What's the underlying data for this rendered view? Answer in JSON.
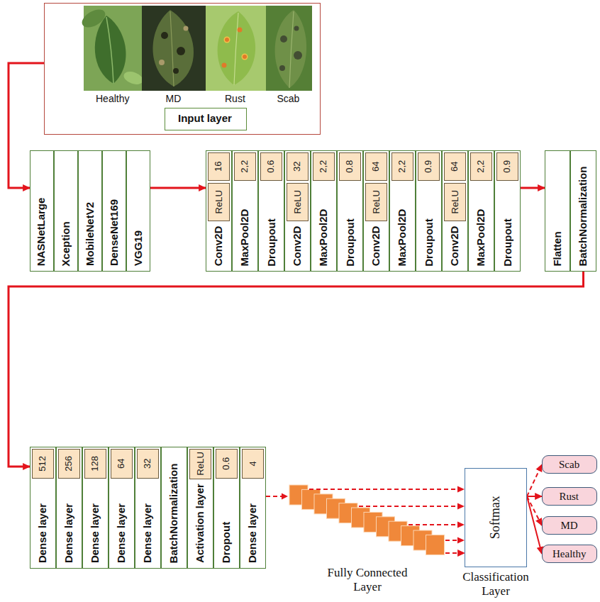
{
  "diagram": {
    "nodes": [
      {
        "text": [
          "Healthy",
          "MD",
          "Rust",
          "Scab"
        ]
      },
      {
        "text": [
          "Input layer"
        ],
        "in": 0
      },
      {
        "text": [
          "NASNetLarge"
        ]
      },
      {
        "text": [
          "Xception"
        ]
      },
      {
        "text": [
          "MobileNetV2"
        ]
      },
      {
        "text": [
          "DenseNet169"
        ]
      },
      {
        "text": [
          "VGG19"
        ]
      },
      {
        "text": [
          "Conv2D"
        ]
      },
      {
        "text": [
          "16"
        ],
        "in": 7
      },
      {
        "text": [
          "ReLU"
        ],
        "in": 7
      },
      {
        "text": [
          "MaxPool2D"
        ]
      },
      {
        "text": [
          "2,2"
        ],
        "in": 10
      },
      {
        "text": [
          "Droupout"
        ]
      },
      {
        "text": [
          "0.6"
        ],
        "in": 12
      },
      {
        "text": [
          "Conv2D"
        ]
      },
      {
        "text": [
          "32"
        ],
        "in": 14
      },
      {
        "text": [
          "ReLU"
        ],
        "in": 14
      },
      {
        "text": [
          "MaxPool2D"
        ]
      },
      {
        "text": [
          "2,2"
        ],
        "in": 17
      },
      {
        "text": [
          "Droupout"
        ]
      },
      {
        "text": [
          "0.8"
        ],
        "in": 19
      },
      {
        "text": [
          "Conv2D"
        ]
      },
      {
        "text": [
          "64"
        ],
        "in": 21
      },
      {
        "text": [
          "ReLU"
        ],
        "in": 21
      },
      {
        "text": [
          "MaxPool2D"
        ]
      },
      {
        "text": [
          "2,2"
        ],
        "in": 24
      },
      {
        "text": [
          "Droupout"
        ]
      },
      {
        "text": [
          "0.9"
        ],
        "in": 26
      },
      {
        "text": [
          "Conv2D"
        ]
      },
      {
        "text": [
          "64"
        ],
        "in": 28
      },
      {
        "text": [
          "ReLU"
        ],
        "in": 28
      },
      {
        "text": [
          "MaxPool2D"
        ]
      },
      {
        "text": [
          "2,2"
        ],
        "in": 31
      },
      {
        "text": [
          "Droupout"
        ]
      },
      {
        "text": [
          "0.9"
        ],
        "in": 33
      },
      {
        "text": [
          "Flatten"
        ]
      },
      {
        "text": [
          "BatchNormalization"
        ]
      },
      {
        "text": [
          "Dense layer"
        ]
      },
      {
        "text": [
          "512"
        ],
        "in": 37
      },
      {
        "text": [
          "Dense layer"
        ]
      },
      {
        "text": [
          "256"
        ],
        "in": 39
      },
      {
        "text": [
          "Dense layer"
        ]
      },
      {
        "text": [
          "128"
        ],
        "in": 41
      },
      {
        "text": [
          "Dense layer"
        ]
      },
      {
        "text": [
          "64"
        ],
        "in": 43
      },
      {
        "text": [
          "Dense layer"
        ]
      },
      {
        "text": [
          "32"
        ],
        "in": 45
      },
      {
        "text": [
          "BatchNormalization"
        ]
      },
      {
        "text": [
          "Activation layer"
        ]
      },
      {
        "text": [
          "ReLU"
        ],
        "in": 48
      },
      {
        "text": [
          "Dropout"
        ]
      },
      {
        "text": [
          "0.6"
        ],
        "in": 50
      },
      {
        "text": [
          "Dense layer"
        ]
      },
      {
        "text": [
          "4"
        ],
        "in": 52
      },
      {
        "text": [
          "Softmax"
        ]
      },
      {
        "text": [
          "Scab"
        ]
      },
      {
        "text": [
          "Rust"
        ]
      },
      {
        "text": [
          "MD"
        ]
      },
      {
        "text": [
          "Healthy"
        ]
      }
    ],
    "edges": [
      {
        "from": 0,
        "to": 2,
        "arrow": "to"
      },
      {
        "from": 6,
        "to": 7,
        "arrow": "to"
      },
      {
        "from": 33,
        "to": 35,
        "arrow": "to"
      },
      {
        "from": 36,
        "to": 37,
        "arrow": "to"
      },
      {
        "from": 52,
        "to": 54,
        "arrow": "to"
      },
      {
        "from": 54,
        "to": 55,
        "arrow": "to"
      },
      {
        "from": 54,
        "to": 56,
        "arrow": "to"
      },
      {
        "from": 54,
        "to": 57,
        "arrow": "to"
      },
      {
        "from": 54,
        "to": 58,
        "arrow": "to"
      }
    ],
    "labels": [
      "Fully Connected Layer",
      "Classification Layer"
    ]
  }
}
